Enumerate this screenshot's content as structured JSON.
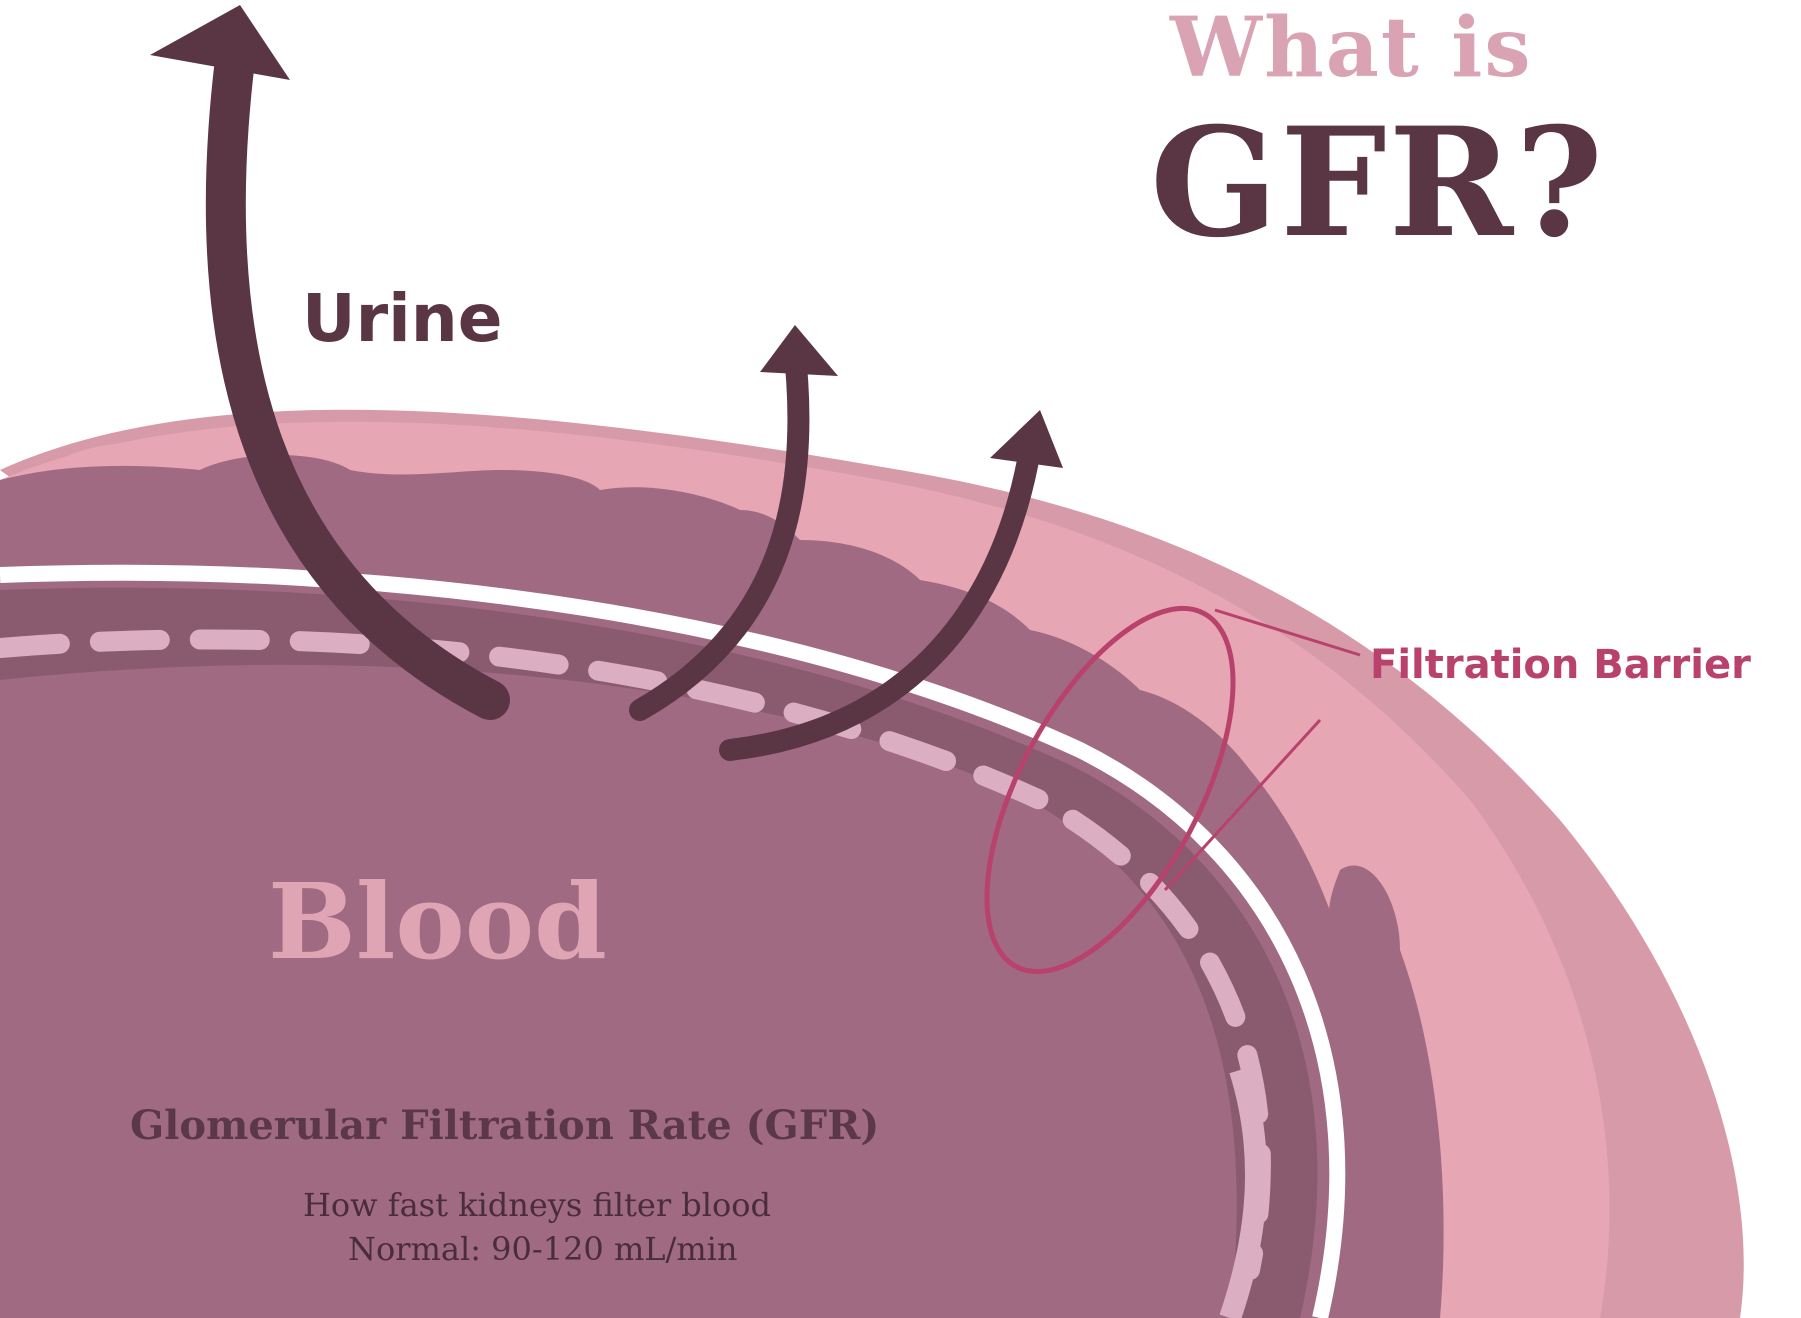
{
  "title": {
    "line1": "What is",
    "line2": "GFR?"
  },
  "labels": {
    "urine": "Urine",
    "filtration_barrier": "Filtration Barrier",
    "blood": "Blood"
  },
  "info": {
    "full_name": "Glomerular Filtration Rate (GFR)",
    "description": "How fast kidneys filter blood",
    "normal_range": "Normal: 90-120 mL/min"
  },
  "colors": {
    "dark_plum": "#5a3645",
    "blood_mauve": "#a06a82",
    "inner_dark": "#8a5a6e",
    "pink_light": "#e6a6b4",
    "pink_mid": "#d79aa9",
    "accent": "#b8426b"
  },
  "icons": [
    "arrow-up-icon"
  ]
}
